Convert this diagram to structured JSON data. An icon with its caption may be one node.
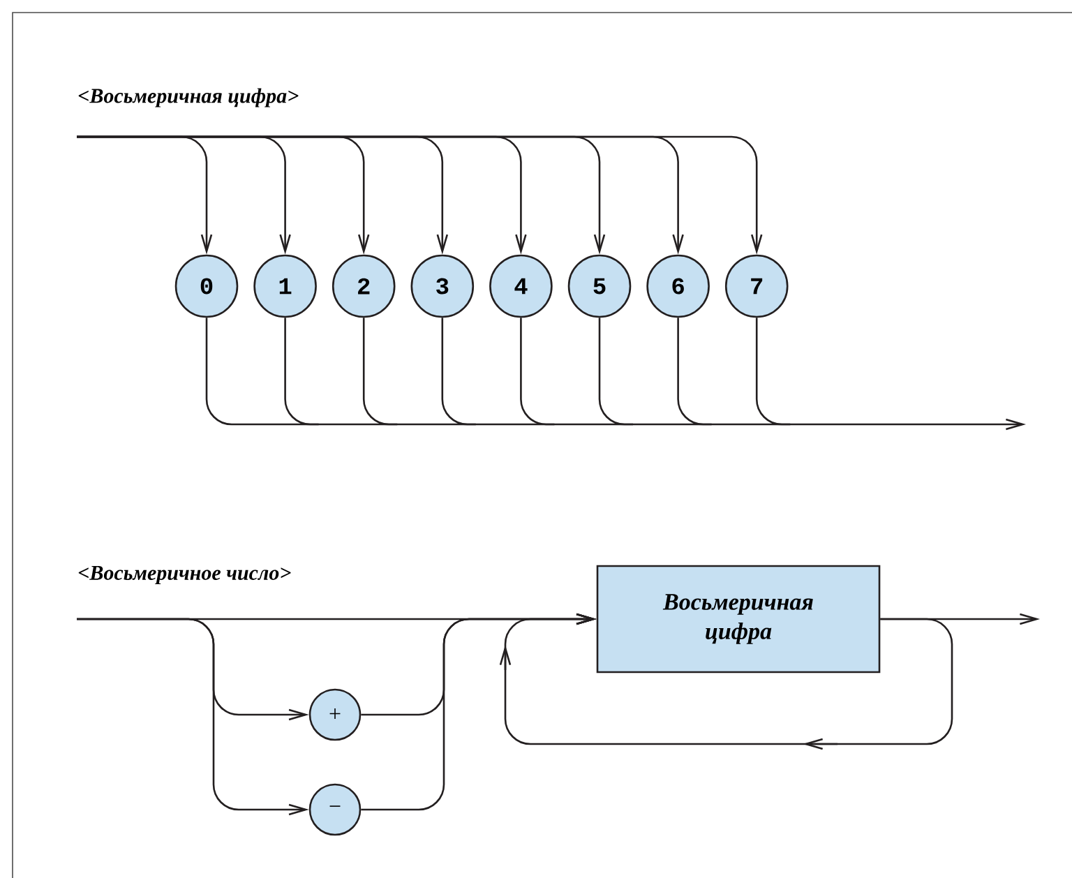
{
  "diagram": {
    "nodes": [
      {
        "text": [
          "0"
        ]
      },
      {
        "text": [
          "1"
        ]
      },
      {
        "text": [
          "2"
        ]
      },
      {
        "text": [
          "3"
        ]
      },
      {
        "text": [
          "4"
        ]
      },
      {
        "text": [
          "5"
        ]
      },
      {
        "text": [
          "6"
        ]
      },
      {
        "text": [
          "7"
        ]
      },
      {
        "text": [
          "+"
        ]
      },
      {
        "text": [
          "−"
        ]
      },
      {
        "text": [
          "Восьмеричная цифра"
        ]
      }
    ],
    "edges": [
      {
        "from": null,
        "to": 0,
        "arrow": "to"
      },
      {
        "from": null,
        "to": 1,
        "arrow": "to"
      },
      {
        "from": null,
        "to": 2,
        "arrow": "to"
      },
      {
        "from": null,
        "to": 3,
        "arrow": "to"
      },
      {
        "from": null,
        "to": 4,
        "arrow": "to"
      },
      {
        "from": null,
        "to": 5,
        "arrow": "to"
      },
      {
        "from": null,
        "to": 6,
        "arrow": "to"
      },
      {
        "from": null,
        "to": 7,
        "arrow": "to"
      },
      {
        "from": 0,
        "to": null,
        "arrow": "to"
      },
      {
        "from": 1,
        "to": null,
        "arrow": "none"
      },
      {
        "from": 2,
        "to": null,
        "arrow": "none"
      },
      {
        "from": 3,
        "to": null,
        "arrow": "none"
      },
      {
        "from": 4,
        "to": null,
        "arrow": "none"
      },
      {
        "from": 5,
        "to": null,
        "arrow": "none"
      },
      {
        "from": 6,
        "to": null,
        "arrow": "none"
      },
      {
        "from": 7,
        "to": null,
        "arrow": "none"
      },
      {
        "from": null,
        "to": 8,
        "arrow": "to"
      },
      {
        "from": 8,
        "to": 10,
        "arrow": "to"
      },
      {
        "from": null,
        "to": 9,
        "arrow": "to"
      },
      {
        "from": 9,
        "to": 10,
        "arrow": "to"
      },
      {
        "from": null,
        "to": 10,
        "arrow": "to"
      },
      {
        "from": 10,
        "to": 10,
        "arrow": "to"
      },
      {
        "from": 10,
        "to": null,
        "arrow": "to"
      }
    ],
    "labels": [
      "<Восьмеричная цифра>",
      "<Восьмеричное число>"
    ]
  }
}
